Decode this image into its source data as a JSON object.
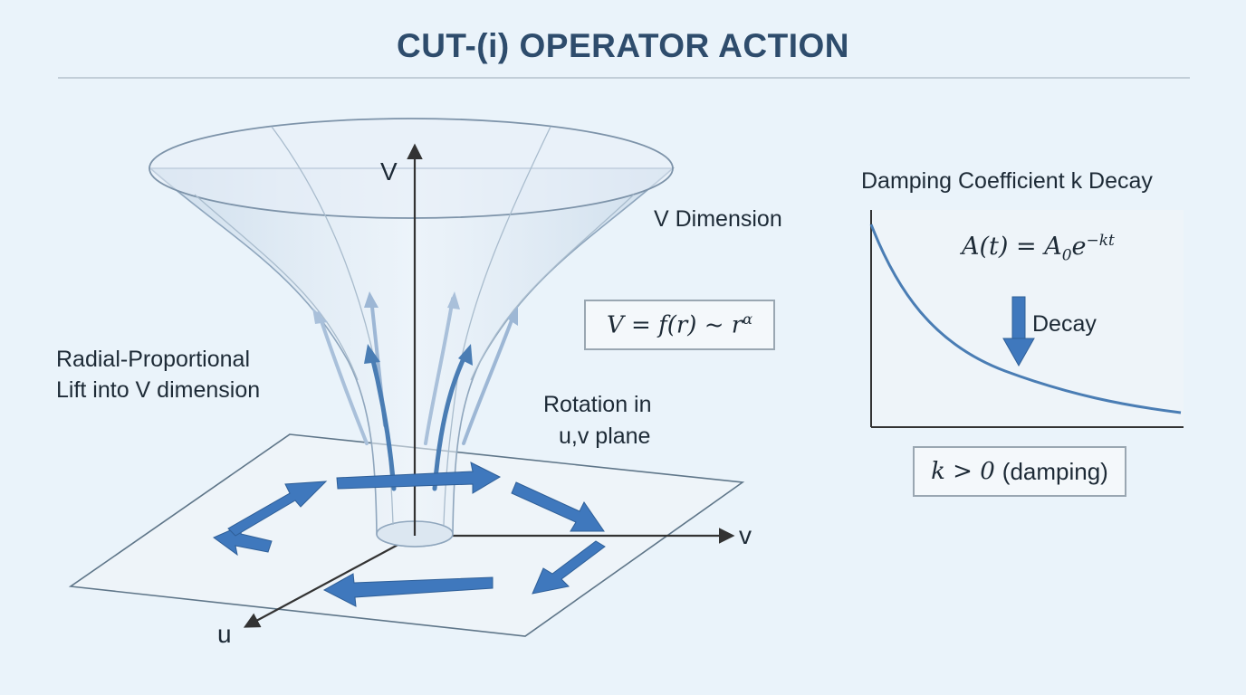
{
  "title": "CUT-(i) OPERATOR ACTION",
  "left_panel": {
    "axis_v_upper": "V",
    "axis_v_right": "v",
    "axis_u": "u",
    "v_dimension_label": "V Dimension",
    "formula": "V = f(r) ~ r^α",
    "lift_label_line1": "Radial-Proportional",
    "lift_label_line2": "Lift into V dimension",
    "rotation_label_line1": "Rotation in",
    "rotation_label_line2": "u,v plane"
  },
  "right_panel": {
    "title": "Damping Coefficient k Decay",
    "equation": "A(t) = A₀e^(−kt)",
    "decay_label": "Decay",
    "condition_math": "k > 0",
    "condition_text": "(damping)"
  },
  "colors": {
    "title": "#2e4c6c",
    "arrow_blue": "#3f78bd",
    "curve_blue": "#4a7db4",
    "funnel_edge": "#8fa6bd"
  }
}
